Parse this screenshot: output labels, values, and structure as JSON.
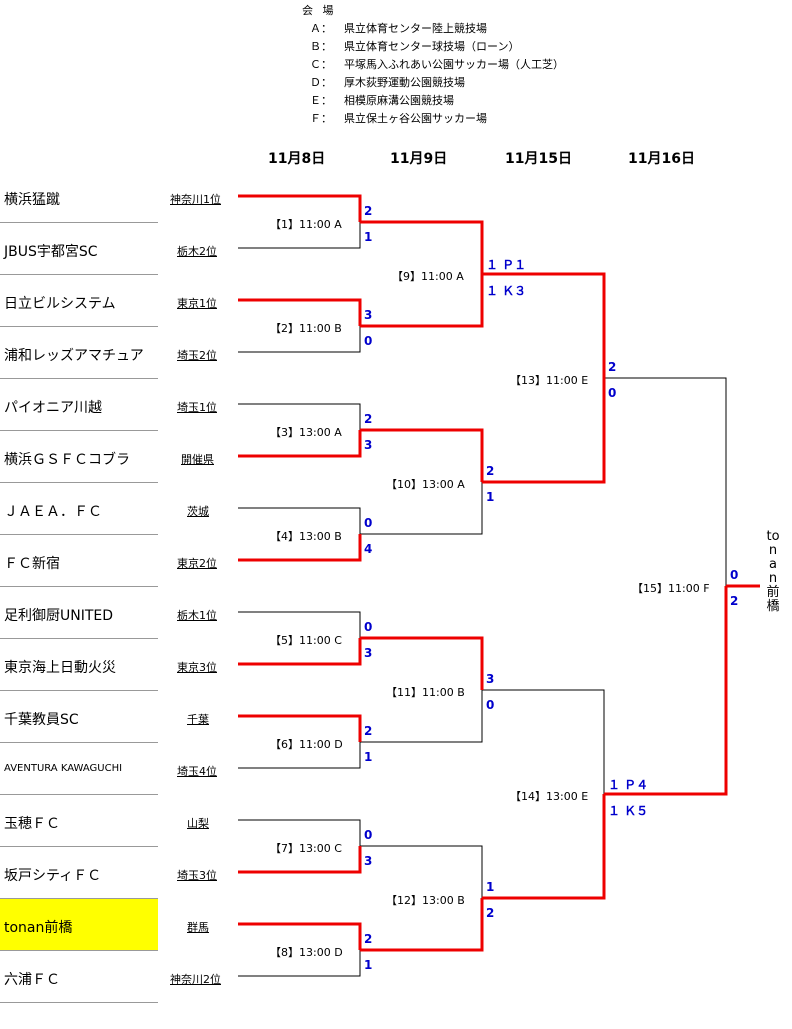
{
  "venues": {
    "title": "会 場",
    "list": [
      {
        "code": "Ａ：",
        "name": "県立体育センター陸上競技場"
      },
      {
        "code": "Ｂ：",
        "name": "県立体育センター球技場（ローン）"
      },
      {
        "code": "Ｃ：",
        "name": "平塚馬入ふれあい公園サッカー場（人工芝）"
      },
      {
        "code": "Ｄ：",
        "name": "厚木荻野運動公園競技場"
      },
      {
        "code": "Ｅ：",
        "name": "相模原麻溝公園競技場"
      },
      {
        "code": "Ｆ：",
        "name": "県立保土ヶ谷公園サッカー場"
      }
    ]
  },
  "dates": [
    "11月8日",
    "11月9日",
    "11月15日",
    "11月16日"
  ],
  "teams": [
    {
      "name": "横浜猛蹴",
      "seed": "神奈川1位"
    },
    {
      "name": "JBUS宇都宮SC",
      "seed": "栃木2位"
    },
    {
      "name": "日立ビルシステム",
      "seed": "東京1位"
    },
    {
      "name": "浦和レッズアマチュア",
      "seed": "埼玉2位"
    },
    {
      "name": "パイオニア川越",
      "seed": "埼玉1位"
    },
    {
      "name": "横浜ＧＳＦＣコブラ",
      "seed": "開催県"
    },
    {
      "name": "ＪＡＥＡ．ＦＣ",
      "seed": "茨城"
    },
    {
      "name": "ＦＣ新宿",
      "seed": "東京2位"
    },
    {
      "name": "足利御厨UNITED",
      "seed": "栃木1位"
    },
    {
      "name": "東京海上日動火災",
      "seed": "東京3位"
    },
    {
      "name": "千葉教員SC",
      "seed": "千葉"
    },
    {
      "name": "AVENTURA KAWAGUCHI",
      "seed": "埼玉4位"
    },
    {
      "name": "玉穂ＦＣ",
      "seed": "山梨"
    },
    {
      "name": "坂戸シティＦＣ",
      "seed": "埼玉3位"
    },
    {
      "name": "tonan前橋",
      "seed": "群馬"
    },
    {
      "name": "六浦ＦＣ",
      "seed": "神奈川2位"
    }
  ],
  "matches": [
    {
      "label": "【1】11:00 A",
      "top": "2",
      "bottom": "1"
    },
    {
      "label": "【2】11:00 B",
      "top": "3",
      "bottom": "0"
    },
    {
      "label": "【3】13:00 A",
      "top": "2",
      "bottom": "3"
    },
    {
      "label": "【4】13:00 B",
      "top": "0",
      "bottom": "4"
    },
    {
      "label": "【5】11:00 C",
      "top": "0",
      "bottom": "3"
    },
    {
      "label": "【6】11:00 D",
      "top": "2",
      "bottom": "1"
    },
    {
      "label": "【7】13:00 C",
      "top": "0",
      "bottom": "3"
    },
    {
      "label": "【8】13:00 D",
      "top": "2",
      "bottom": "1"
    },
    {
      "label": "【9】11:00 A",
      "top": "１ Ｐ１",
      "bottom": "１ Ｋ３"
    },
    {
      "label": "【10】13:00 A",
      "top": "2",
      "bottom": "1"
    },
    {
      "label": "【11】11:00 B",
      "top": "3",
      "bottom": "0"
    },
    {
      "label": "【12】13:00 B",
      "top": "1",
      "bottom": "2"
    },
    {
      "label": "【13】11:00 E",
      "top": "2",
      "bottom": "0"
    },
    {
      "label": "【14】13:00 E",
      "top": "１ Ｐ４",
      "bottom": "１ Ｋ５"
    },
    {
      "label": "【15】11:00 F",
      "top": "0",
      "bottom": "2"
    }
  ],
  "winner": "tonan前橋",
  "colors": {
    "winner_line": "#ee0000",
    "loser_line": "#000000",
    "score": "#0000cc",
    "highlight": "#ffff00"
  }
}
